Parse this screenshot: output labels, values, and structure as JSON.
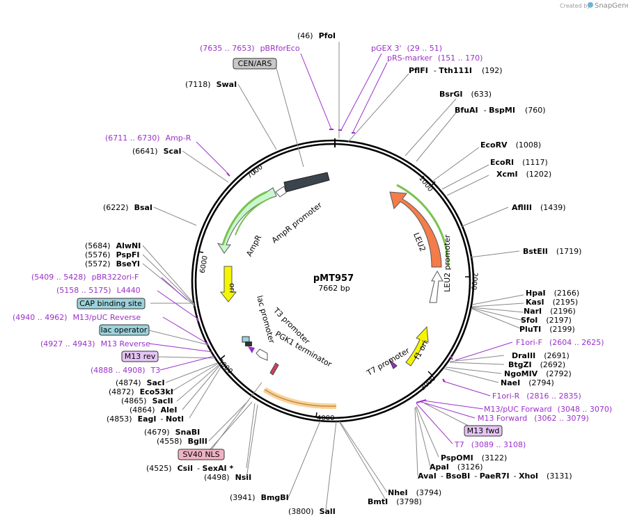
{
  "watermark": {
    "prefix": "Created by",
    "brand": "SnapGene"
  },
  "plasmid": {
    "name": "pMT957",
    "size": "7662 bp"
  },
  "ticks": [
    "1000",
    "2000",
    "3000",
    "4000",
    "5000",
    "6000",
    "7000"
  ],
  "enzymes": [
    {
      "pos": "(46)",
      "name": "PfoI"
    },
    {
      "name": "PflFI",
      "alt": "Tth111I",
      "pos": "(192)"
    },
    {
      "name": "BsrGI",
      "pos": "(633)"
    },
    {
      "name": "BfuAI",
      "alt": "BspMI",
      "pos": "(760)"
    },
    {
      "name": "EcoRV",
      "pos": "(1008)"
    },
    {
      "name": "EcoRI",
      "pos": "(1117)"
    },
    {
      "name": "XcmI",
      "pos": "(1202)"
    },
    {
      "name": "AflIII",
      "pos": "(1439)"
    },
    {
      "name": "BstEII",
      "pos": "(1719)"
    },
    {
      "name": "HpaI",
      "pos": "(2166)"
    },
    {
      "name": "KasI",
      "pos": "(2195)"
    },
    {
      "name": "NarI",
      "pos": "(2196)"
    },
    {
      "name": "SfoI",
      "pos": "(2197)"
    },
    {
      "name": "PluTI",
      "pos": "(2199)"
    },
    {
      "name": "DraIII",
      "pos": "(2691)"
    },
    {
      "name": "BtgZI",
      "pos": "(2692)"
    },
    {
      "name": "NgoMIV",
      "pos": "(2792)"
    },
    {
      "name": "NaeI",
      "pos": "(2794)"
    },
    {
      "name": "PspOMI",
      "pos": "(3122)"
    },
    {
      "name": "ApaI",
      "pos": "(3126)"
    },
    {
      "name": "AvaI",
      "alt": "BsoBI",
      "alt2": "PaeR7I",
      "alt3": "XhoI",
      "pos": "(3131)"
    },
    {
      "name": "NheI",
      "pos": "(3794)"
    },
    {
      "name": "BmtI",
      "pos": "(3798)"
    },
    {
      "pos": "(3800)",
      "name": "SalI"
    },
    {
      "pos": "(3941)",
      "name": "BmgBI"
    },
    {
      "pos": "(4498)",
      "name": "NsiI"
    },
    {
      "pos": "(4525)",
      "name": "CsiI",
      "alt": "SexAI *"
    },
    {
      "pos": "(4558)",
      "name": "BglII"
    },
    {
      "pos": "(4679)",
      "name": "SnaBI"
    },
    {
      "pos": "(4853)",
      "name": "EagI",
      "alt": "NotI"
    },
    {
      "pos": "(4864)",
      "name": "AleI"
    },
    {
      "pos": "(4865)",
      "name": "SacII"
    },
    {
      "pos": "(4872)",
      "name": "Eco53kI"
    },
    {
      "pos": "(4874)",
      "name": "SacI"
    },
    {
      "pos": "(5572)",
      "name": "BseYI"
    },
    {
      "pos": "(5576)",
      "name": "PspFI"
    },
    {
      "pos": "(5684)",
      "name": "AlwNI"
    },
    {
      "pos": "(6222)",
      "name": "BsaI"
    },
    {
      "pos": "(6641)",
      "name": "ScaI"
    },
    {
      "pos": "(7118)",
      "name": "SwaI"
    }
  ],
  "primers": [
    {
      "range": "(7635 .. 7653)",
      "name": "pBRforEco"
    },
    {
      "name": "pGEX 3'",
      "range": "(29 .. 51)"
    },
    {
      "name": "pRS-marker",
      "range": "(151 .. 170)"
    },
    {
      "range": "(6711 .. 6730)",
      "name": "Amp-R"
    },
    {
      "range": "(5409 .. 5428)",
      "name": "pBR322ori-F"
    },
    {
      "range": "(5158 .. 5175)",
      "name": "L4440"
    },
    {
      "range": "(4940 .. 4962)",
      "name": "M13/pUC Reverse"
    },
    {
      "range": "(4927 .. 4943)",
      "name": "M13 Reverse"
    },
    {
      "range": "(4888 .. 4908)",
      "name": "T3"
    },
    {
      "name": "F1ori-F",
      "range": "(2604 .. 2625)"
    },
    {
      "name": "F1ori-R",
      "range": "(2816 .. 2835)"
    },
    {
      "name": "M13/pUC Forward",
      "range": "(3048 .. 3070)"
    },
    {
      "name": "M13 Forward",
      "range": "(3062 .. 3079)"
    },
    {
      "name": "T7",
      "range": "(3089 .. 3108)"
    }
  ],
  "boxes": {
    "cen_ars": "CEN/ARS",
    "cap_site": "CAP binding site",
    "lac_operator": "lac operator",
    "m13_rev": "M13 rev",
    "sv40_nls": "SV40 NLS",
    "m13_fwd": "M13 fwd"
  },
  "features": {
    "leu2": "LEU2",
    "leu2_promoter": "LEU2 promoter",
    "f1_ori": "f1 ori",
    "t7_promoter": "T7 promoter",
    "pgk1_terminator": "PGK1 terminator",
    "t3_promoter": "T3 promoter",
    "lac_promoter": "lac promoter",
    "ori": "ori",
    "ampr": "AmpR",
    "ampr_promoter": "AmpR promoter"
  },
  "colors": {
    "primer": "#9b2fc9",
    "leu2": "#f47c4a",
    "f1_ori": "#f5f500",
    "ori": "#f5f500",
    "ampr": "#c9f7cf",
    "cen_ars": "#3b434d",
    "sv40_nls": "#f0b3c6",
    "cyan_box": "#9cd2db",
    "m13_box": "#e4c5f3",
    "cen_box": "#c8c8c8"
  }
}
